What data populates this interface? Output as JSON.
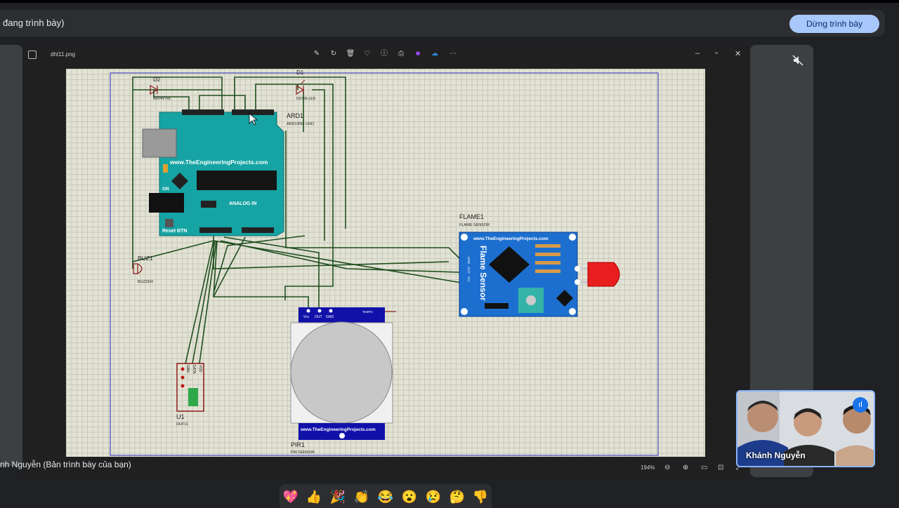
{
  "meet": {
    "title": "đang trình bày)",
    "stop_button": "Dừng trình bày",
    "presenter_label": "nh Nguyễn (Bản trình bày của bạn)",
    "self_name": "Khánh Nguyễn",
    "reactions": [
      "💖",
      "👍",
      "🎉",
      "👏",
      "😂",
      "😮",
      "😢",
      "🤔",
      "👎"
    ]
  },
  "viewer": {
    "file_name": "dht11.png",
    "toolbar_icons": [
      "edit-icon",
      "rotate-icon",
      "delete-icon",
      "favorite-icon",
      "info-icon",
      "print-icon",
      "clipchamp-icon",
      "onedrive-icon",
      "more-icon"
    ],
    "zoom": "194%"
  },
  "schematic": {
    "components": {
      "d2": {
        "ref": "D2",
        "value": "MZP4V7RL"
      },
      "d1": {
        "ref": "D1",
        "value": "DIODE-LED"
      },
      "ard": {
        "ref": "ARD1",
        "value": "ARDUINO UNO"
      },
      "buz": {
        "ref": "BUZ1",
        "value": "BUZZER"
      },
      "flame": {
        "ref": "FLAME1",
        "value": "FLAME SENSOR"
      },
      "pir": {
        "ref": "PIR1",
        "value": "PIR SENSOR"
      },
      "u1": {
        "ref": "U1",
        "value": "DHT11"
      }
    },
    "board": {
      "website": "www.TheEngineeringProjects.com",
      "on_label": "ON",
      "analog_label": "ANALOG IN",
      "reset_label": "Reset BTN"
    },
    "flame_board": {
      "website": "www.TheEngineeringProjects.com",
      "title": "Flame Sensor",
      "pins": [
        "GND",
        "OUT",
        "Vcc"
      ]
    },
    "pir_board": {
      "pins": [
        "Vcc",
        "OUT",
        "GND"
      ],
      "testpin": "TestPin",
      "website": "www.TheEngineeringProjects.com"
    },
    "dht_pins": [
      "GND",
      "DATA",
      "VDD"
    ]
  },
  "colors": {
    "wire": "#1f4f1f",
    "arduino": "#16a3a3",
    "sensor_blue": "#1d6fcf",
    "pir_blue": "#1111aa",
    "component_red": "#8b1a1a",
    "accent": "#a8c7fa"
  }
}
